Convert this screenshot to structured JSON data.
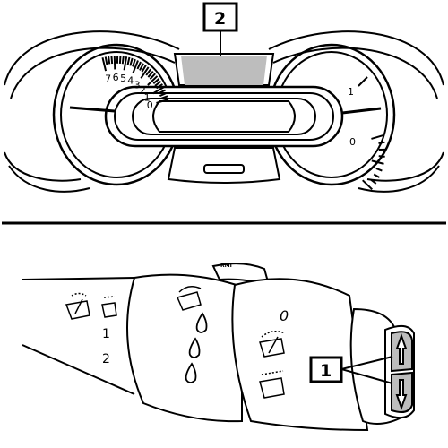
{
  "callouts": {
    "top_label": "2",
    "bottom_label": "1"
  },
  "tachometer": {
    "ticks": [
      "0",
      "1",
      "2",
      "3",
      "4",
      "5",
      "6",
      "7"
    ]
  },
  "fuel_gauge": {
    "ticks": [
      "1",
      "0"
    ]
  },
  "stalk": {
    "brand_tag": "RMI",
    "wiper_positions": [
      "1",
      "2"
    ],
    "ring_zero": "0"
  },
  "colors": {
    "highlight": "#bdbdbd",
    "outline": "#000000"
  }
}
